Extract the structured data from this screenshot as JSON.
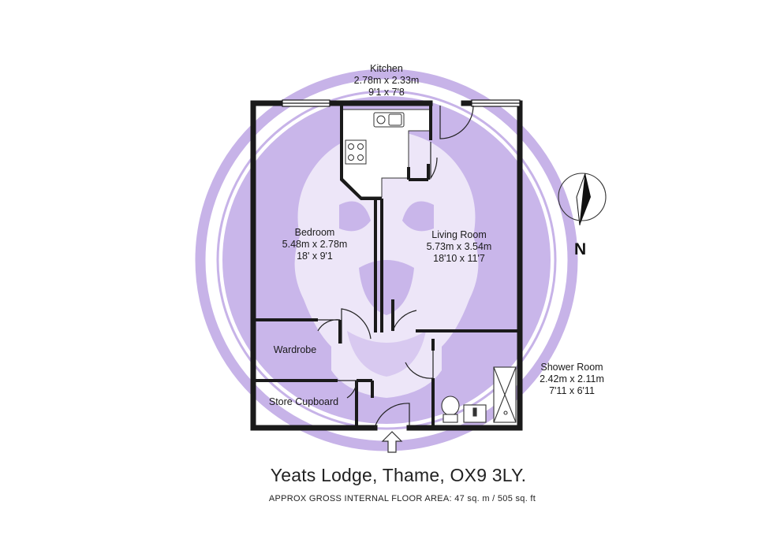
{
  "rooms": {
    "kitchen": {
      "name": "Kitchen",
      "metric": "2.78m x 2.33m",
      "imperial": "9'1 x 7'8"
    },
    "bedroom": {
      "name": "Bedroom",
      "metric": "5.48m x 2.78m",
      "imperial": "18' x 9'1"
    },
    "living_room": {
      "name": "Living Room",
      "metric": "5.73m x 3.54m",
      "imperial": "18'10 x 11'7"
    },
    "wardrobe": {
      "name": "Wardrobe"
    },
    "store_cupboard": {
      "name": "Store Cupboard"
    },
    "shower_room": {
      "name": "Shower Room",
      "metric": "2.42m x 2.11m",
      "imperial": "7'11 x 6'11"
    }
  },
  "compass": {
    "letter": "N"
  },
  "footer": {
    "address": "Yeats Lodge, Thame, OX9 3LY.",
    "area": "APPROX GROSS INTERNAL FLOOR AREA:  47 sq. m  / 505 sq. ft"
  },
  "colors": {
    "watermark": "#c7b3e8",
    "walls": "#1a1a1a"
  }
}
